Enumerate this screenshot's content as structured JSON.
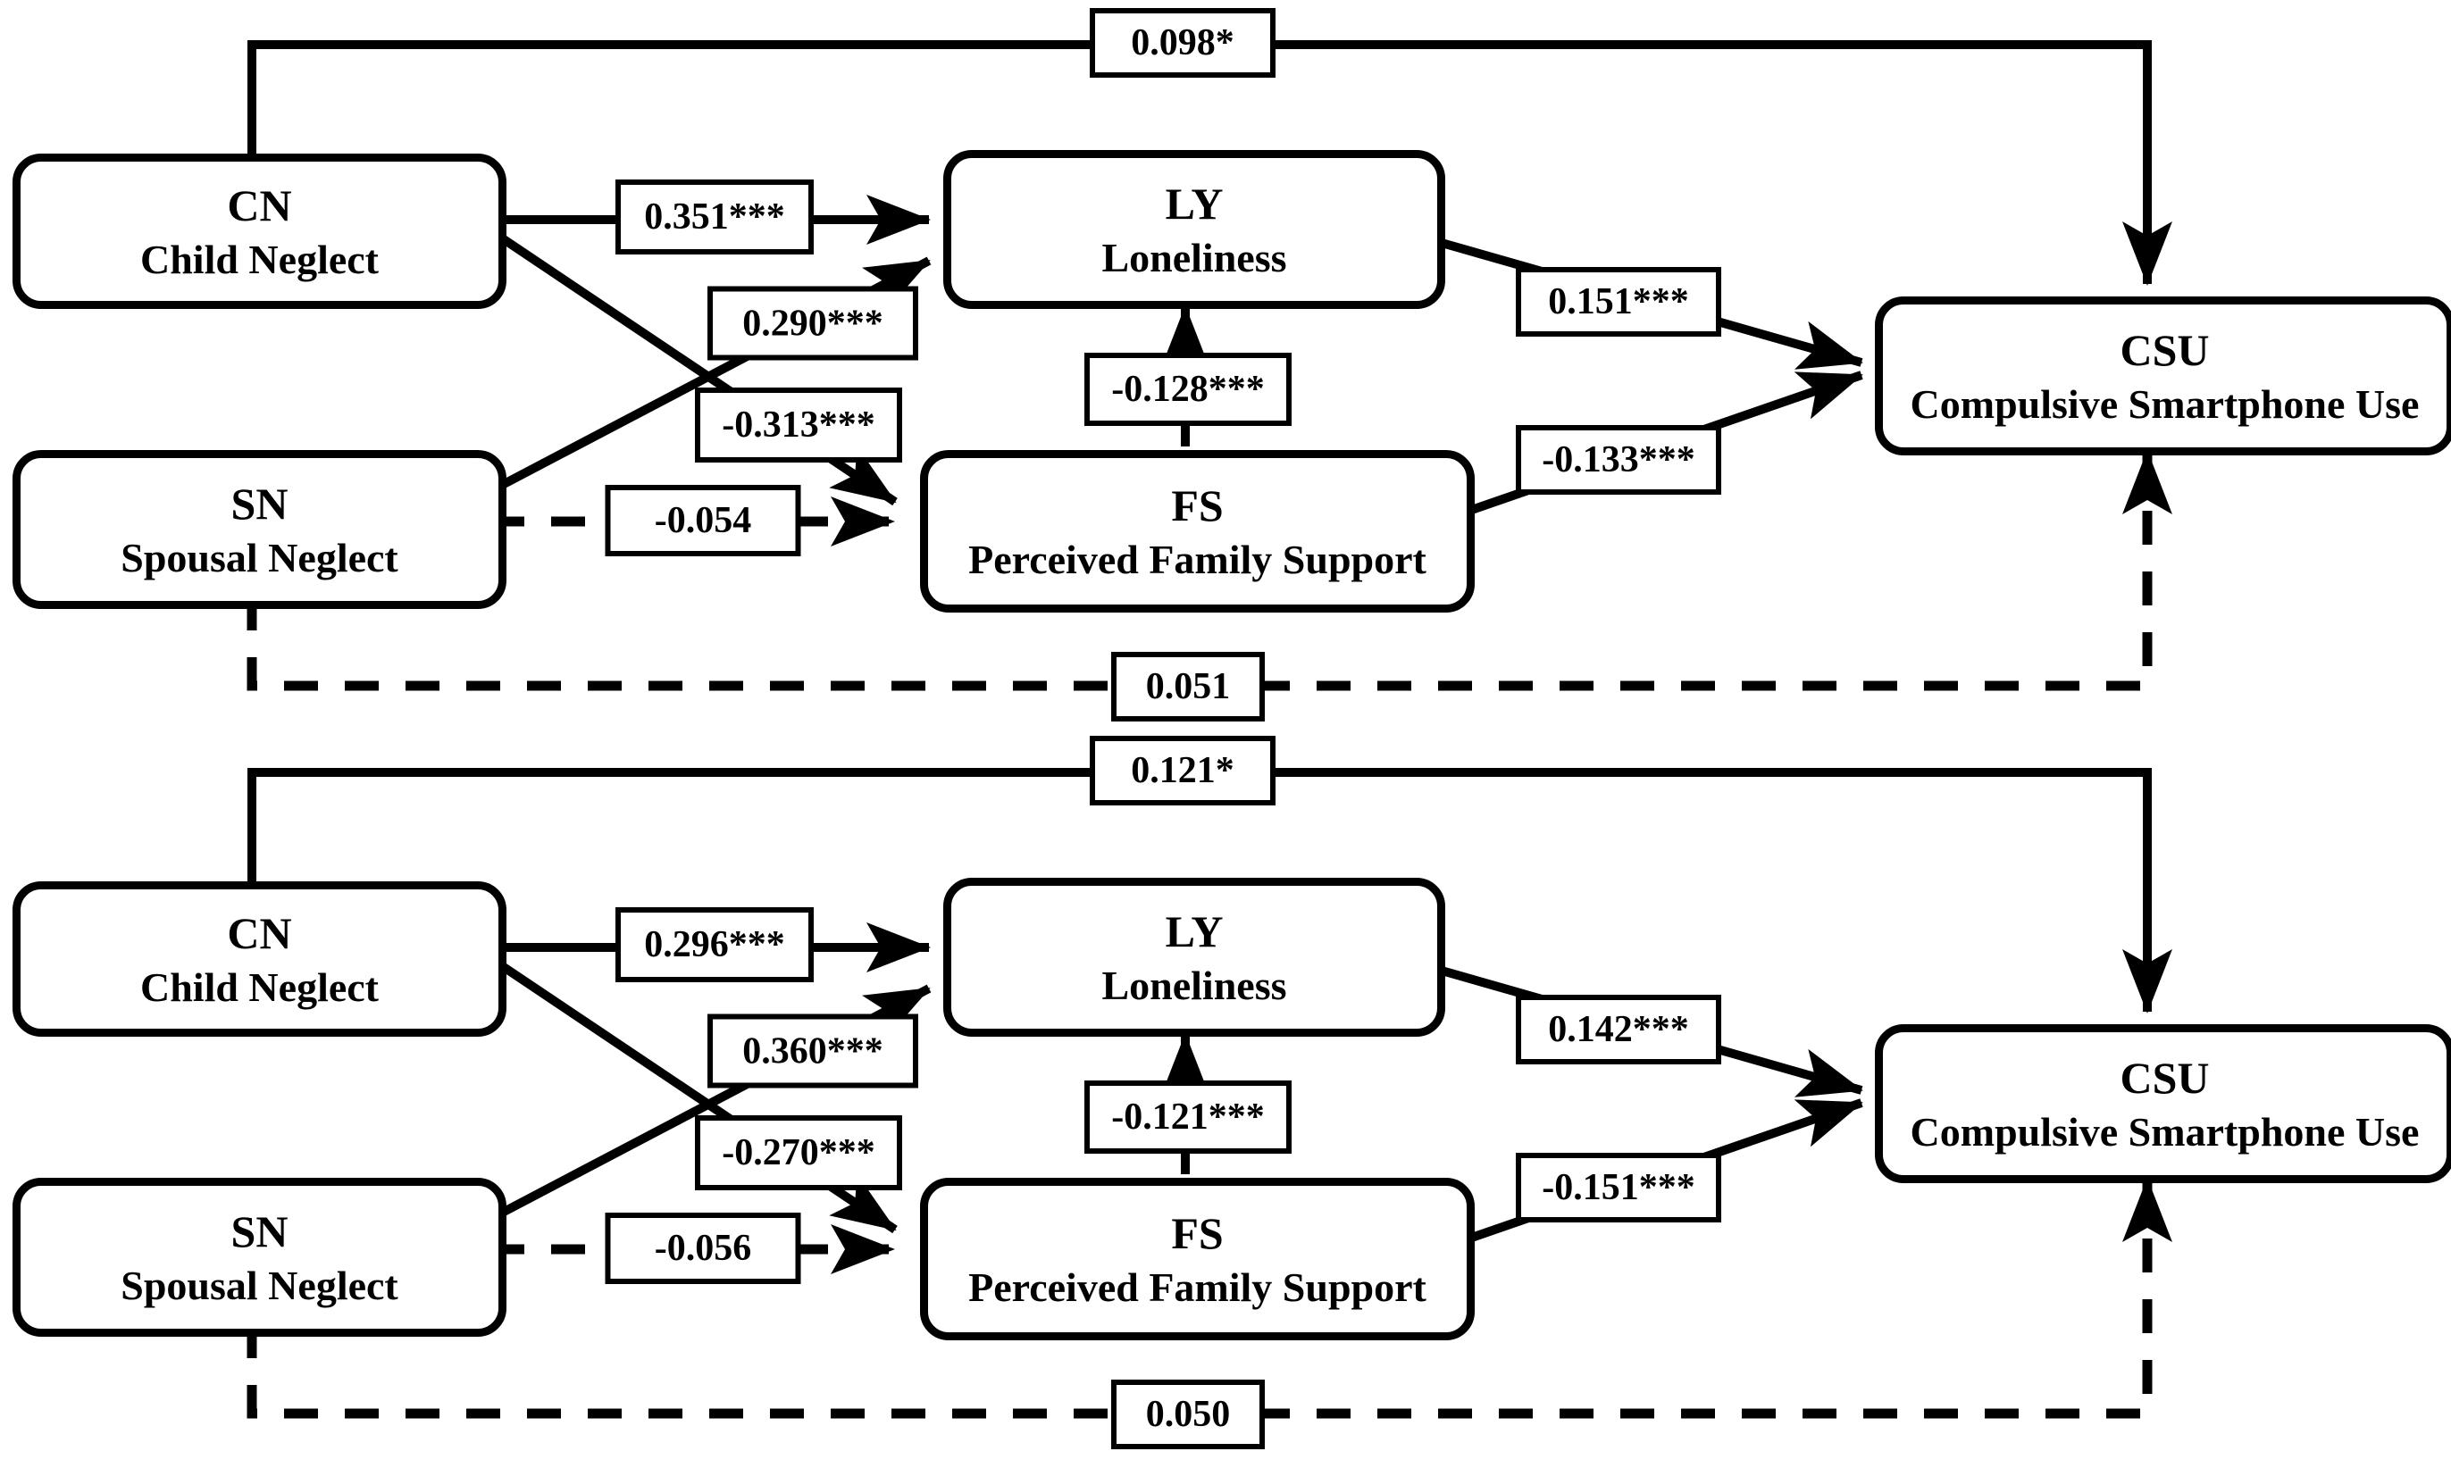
{
  "figure": {
    "type": "path-diagram",
    "colors": {
      "line": "#000000",
      "background": "#ffffff",
      "box_fill": "#ffffff",
      "text": "#000000"
    },
    "panels": [
      {
        "name": "model-1",
        "nodes": {
          "cn": {
            "abbr": "CN",
            "label": "Child Neglect"
          },
          "sn": {
            "abbr": "SN",
            "label": "Spousal Neglect"
          },
          "ly": {
            "abbr": "LY",
            "label": "Loneliness"
          },
          "fs": {
            "abbr": "FS",
            "label": "Perceived Family Support"
          },
          "csu": {
            "abbr": "CSU",
            "label": "Compulsive Smartphone Use"
          }
        },
        "coefficients": {
          "cn_to_csu_direct": "0.098*",
          "cn_to_ly": "0.351***",
          "sn_to_ly": "0.290***",
          "cn_to_fs": "-0.313***",
          "sn_to_fs": "-0.054",
          "fs_to_ly": "-0.128***",
          "ly_to_csu": "0.151***",
          "fs_to_csu": "-0.133***",
          "sn_to_csu_direct": "0.051"
        }
      },
      {
        "name": "model-2",
        "nodes": {
          "cn": {
            "abbr": "CN",
            "label": "Child Neglect"
          },
          "sn": {
            "abbr": "SN",
            "label": "Spousal Neglect"
          },
          "ly": {
            "abbr": "LY",
            "label": "Loneliness"
          },
          "fs": {
            "abbr": "FS",
            "label": "Perceived Family Support"
          },
          "csu": {
            "abbr": "CSU",
            "label": "Compulsive Smartphone Use"
          }
        },
        "coefficients": {
          "cn_to_csu_direct": "0.121*",
          "cn_to_ly": "0.296***",
          "sn_to_ly": "0.360***",
          "cn_to_fs": "-0.270***",
          "sn_to_fs": "-0.056",
          "fs_to_ly": "-0.121***",
          "ly_to_csu": "0.142***",
          "fs_to_csu": "-0.151***",
          "sn_to_csu_direct": "0.050"
        }
      }
    ]
  }
}
